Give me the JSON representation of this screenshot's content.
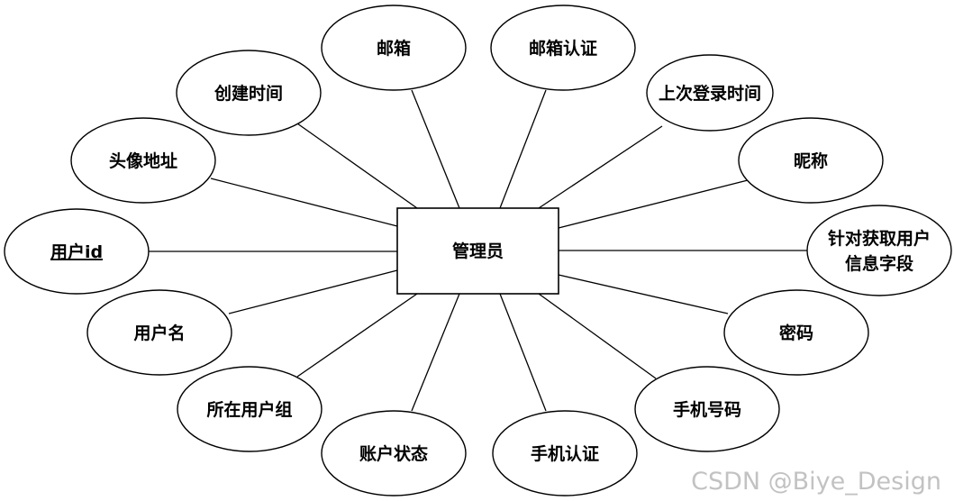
{
  "entity": {
    "label": "管理员"
  },
  "attributes": [
    {
      "id": "email",
      "label": "邮箱",
      "primary_key": false
    },
    {
      "id": "email-verified",
      "label": "邮箱认证",
      "primary_key": false
    },
    {
      "id": "last-login-time",
      "label": "上次登录时间",
      "primary_key": false
    },
    {
      "id": "nickname",
      "label": "昵称",
      "primary_key": false
    },
    {
      "id": "user-info-fields",
      "label": "针对获取用户\n信息字段",
      "primary_key": false
    },
    {
      "id": "password",
      "label": "密码",
      "primary_key": false
    },
    {
      "id": "phone-number",
      "label": "手机号码",
      "primary_key": false
    },
    {
      "id": "phone-verified",
      "label": "手机认证",
      "primary_key": false
    },
    {
      "id": "account-status",
      "label": "账户状态",
      "primary_key": false
    },
    {
      "id": "user-group",
      "label": "所在用户组",
      "primary_key": false
    },
    {
      "id": "username",
      "label": "用户名",
      "primary_key": false
    },
    {
      "id": "user-id",
      "label": "用户id",
      "primary_key": true
    },
    {
      "id": "avatar-url",
      "label": "头像地址",
      "primary_key": false
    },
    {
      "id": "create-time",
      "label": "创建时间",
      "primary_key": false
    }
  ],
  "watermark": "CSDN @Biye_Design"
}
